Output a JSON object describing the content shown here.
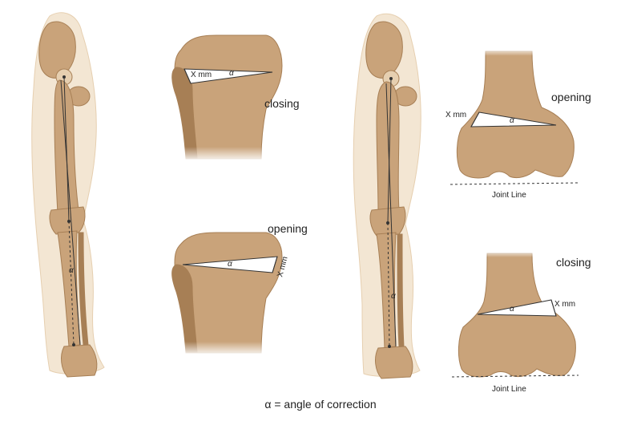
{
  "colors": {
    "bone": "#c9a37a",
    "bone_dark": "#a77f55",
    "bone_light": "#e6cfb0",
    "soft_tissue": "#f3e6d3",
    "wedge": "#ffffff",
    "line": "#333333"
  },
  "panels": {
    "tibia_closing": {
      "mm_label": "X mm",
      "alpha_label": "α",
      "type_label": "closing"
    },
    "tibia_opening": {
      "type_label": "opening",
      "alpha_label": "α",
      "mm_label": "X mm"
    },
    "femur_opening": {
      "mm_label": "X mm",
      "alpha_label": "α",
      "type_label": "opening",
      "joint_line_label": "Joint Line"
    },
    "femur_closing": {
      "type_label": "closing",
      "alpha_label": "α",
      "mm_label": "X mm",
      "joint_line_label": "Joint Line"
    }
  },
  "legs": {
    "left": {
      "alpha_label": "α"
    },
    "right": {
      "alpha_label": "α"
    }
  },
  "caption": "α = angle of correction"
}
